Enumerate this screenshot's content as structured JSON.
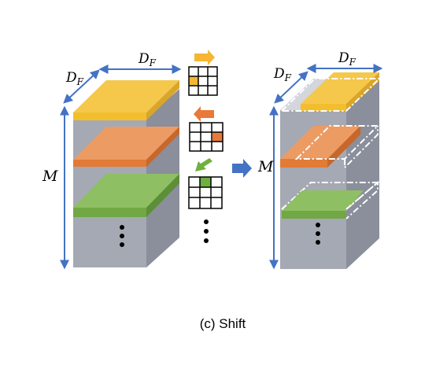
{
  "caption": "(c) Shift",
  "labels": {
    "left_depth": "D",
    "left_depth_sub": "F",
    "left_width": "D",
    "left_width_sub": "F",
    "left_height": "M",
    "right_depth": "D",
    "right_depth_sub": "F",
    "right_width": "D",
    "right_width_sub": "F",
    "right_height": "M"
  },
  "colors": {
    "yellow": "#f5c84c",
    "orange": "#ec9b63",
    "green": "#8fbf63",
    "cube_front": "#a5a9b4",
    "cube_side": "#8a8f9b",
    "arrow_blue": "#4472c4",
    "shift_yellow": "#f5b731",
    "shift_orange": "#e8793a",
    "shift_green": "#6fb13e"
  },
  "kernels": [
    {
      "direction": "right",
      "highlight_cell": "row1-col0",
      "color_key": "yellow"
    },
    {
      "direction": "left",
      "highlight_cell": "row1-col2",
      "color_key": "orange"
    },
    {
      "direction": "down-left",
      "highlight_cell": "row0-col1",
      "color_key": "green"
    }
  ]
}
